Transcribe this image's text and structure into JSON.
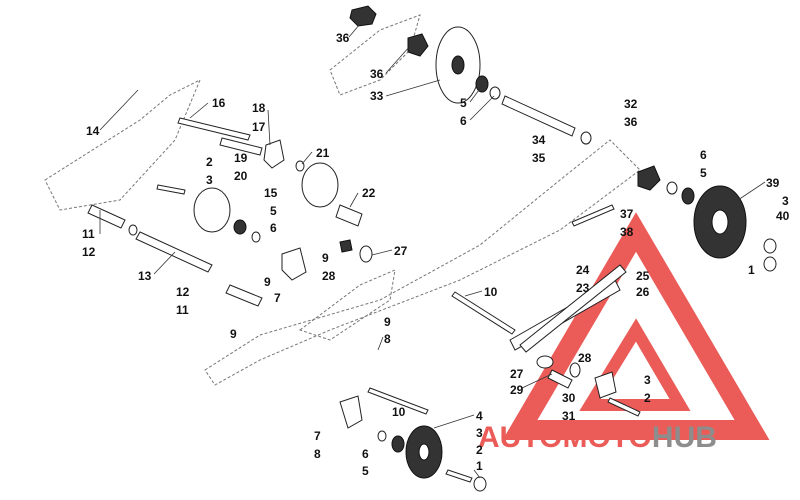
{
  "diagram": {
    "labels": [
      {
        "id": "36a",
        "text": "36"
      },
      {
        "id": "36b",
        "text": "36"
      },
      {
        "id": "33",
        "text": "33"
      },
      {
        "id": "5a",
        "text": "5"
      },
      {
        "id": "6a",
        "text": "6"
      },
      {
        "id": "32",
        "text": "32"
      },
      {
        "id": "36c",
        "text": "36"
      },
      {
        "id": "34",
        "text": "34"
      },
      {
        "id": "35",
        "text": "35"
      },
      {
        "id": "16",
        "text": "16"
      },
      {
        "id": "14",
        "text": "14"
      },
      {
        "id": "18",
        "text": "18"
      },
      {
        "id": "17",
        "text": "17"
      },
      {
        "id": "19",
        "text": "19"
      },
      {
        "id": "20",
        "text": "20"
      },
      {
        "id": "21",
        "text": "21"
      },
      {
        "id": "2a",
        "text": "2"
      },
      {
        "id": "3a",
        "text": "3"
      },
      {
        "id": "15",
        "text": "15"
      },
      {
        "id": "5b",
        "text": "5"
      },
      {
        "id": "6b",
        "text": "6"
      },
      {
        "id": "22",
        "text": "22"
      },
      {
        "id": "6c",
        "text": "6"
      },
      {
        "id": "5c",
        "text": "5"
      },
      {
        "id": "39",
        "text": "39"
      },
      {
        "id": "3b",
        "text": "3"
      },
      {
        "id": "40",
        "text": "40"
      },
      {
        "id": "37",
        "text": "37"
      },
      {
        "id": "38",
        "text": "38"
      },
      {
        "id": "1a",
        "text": "1"
      },
      {
        "id": "11a",
        "text": "11"
      },
      {
        "id": "12a",
        "text": "12"
      },
      {
        "id": "13",
        "text": "13"
      },
      {
        "id": "12b",
        "text": "12"
      },
      {
        "id": "11b",
        "text": "11"
      },
      {
        "id": "9a",
        "text": "9"
      },
      {
        "id": "28a",
        "text": "28"
      },
      {
        "id": "27a",
        "text": "27"
      },
      {
        "id": "9b",
        "text": "9"
      },
      {
        "id": "7a",
        "text": "7"
      },
      {
        "id": "24",
        "text": "24"
      },
      {
        "id": "25",
        "text": "25"
      },
      {
        "id": "23",
        "text": "23"
      },
      {
        "id": "26",
        "text": "26"
      },
      {
        "id": "10a",
        "text": "10"
      },
      {
        "id": "9c",
        "text": "9"
      },
      {
        "id": "9d",
        "text": "9"
      },
      {
        "id": "8a",
        "text": "8"
      },
      {
        "id": "27b",
        "text": "27"
      },
      {
        "id": "29",
        "text": "29"
      },
      {
        "id": "28b",
        "text": "28"
      },
      {
        "id": "30",
        "text": "30"
      },
      {
        "id": "3c",
        "text": "3"
      },
      {
        "id": "31",
        "text": "31"
      },
      {
        "id": "2b",
        "text": "2"
      },
      {
        "id": "10b",
        "text": "10"
      },
      {
        "id": "7b",
        "text": "7"
      },
      {
        "id": "8b",
        "text": "8"
      },
      {
        "id": "6d",
        "text": "6"
      },
      {
        "id": "5d",
        "text": "5"
      },
      {
        "id": "4",
        "text": "4"
      },
      {
        "id": "3d",
        "text": "3"
      },
      {
        "id": "2c",
        "text": "2"
      },
      {
        "id": "1b",
        "text": "1"
      }
    ]
  },
  "watermark": {
    "part_auto": "AUTO",
    "part_moto": "MOTO",
    "part_hub": "HUB",
    "colors": {
      "red": "#e8403c",
      "gray": "#7a7a7a"
    }
  }
}
